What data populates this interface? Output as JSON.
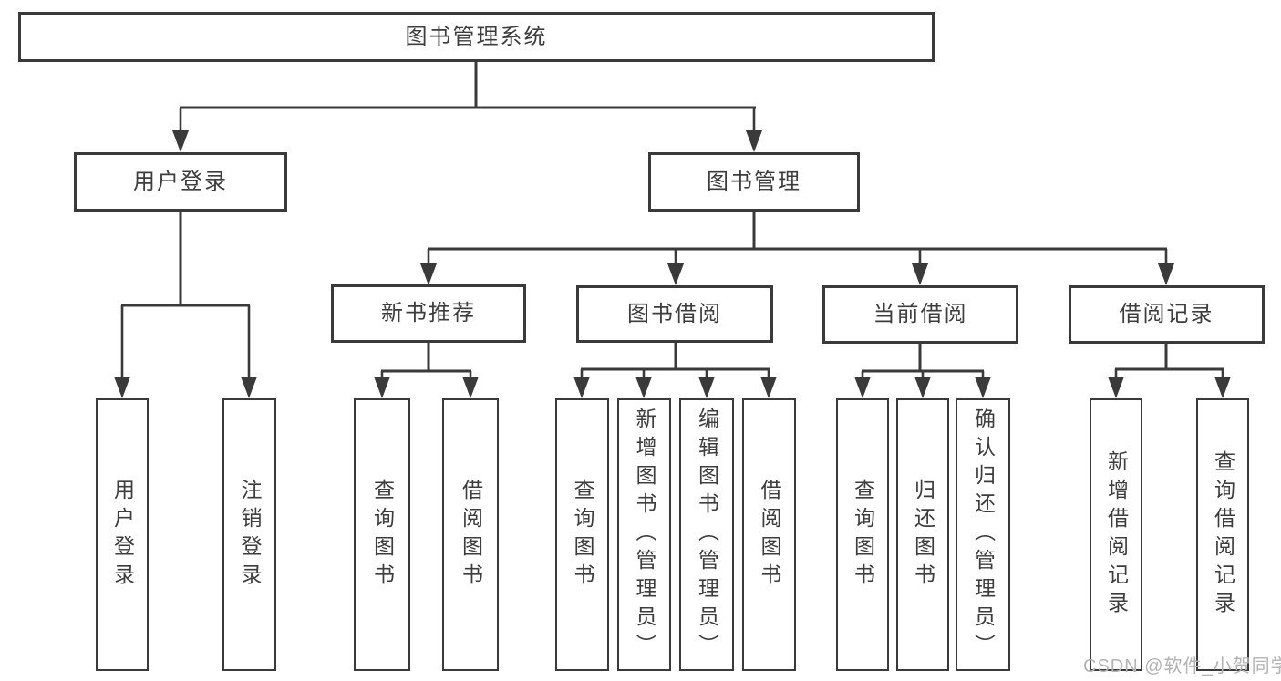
{
  "colors": {
    "line": "#3a3a3a",
    "text": "#3d3d3d",
    "watermark": "#b3b3b3",
    "background": "#ffffff"
  },
  "watermark": {
    "text": "CSDN @软件_小贺同学"
  },
  "diagram": {
    "root": {
      "label": "图书管理系统"
    },
    "branches": {
      "user_login": {
        "label": "用户登录",
        "children": [
          {
            "label": "用户登录"
          },
          {
            "label": "注销登录"
          }
        ]
      },
      "book_management": {
        "label": "图书管理",
        "children": [
          {
            "label": "新书推荐",
            "children": [
              {
                "label": "查询图书"
              },
              {
                "label": "借阅图书"
              }
            ]
          },
          {
            "label": "图书借阅",
            "children": [
              {
                "label": "查询图书"
              },
              {
                "label": "新增图书（管理员）"
              },
              {
                "label": "编辑图书（管理员）"
              },
              {
                "label": "借阅图书"
              }
            ]
          },
          {
            "label": "当前借阅",
            "children": [
              {
                "label": "查询图书"
              },
              {
                "label": "归还图书"
              },
              {
                "label": "确认归还（管理员）"
              }
            ]
          },
          {
            "label": "借阅记录",
            "children": [
              {
                "label": "新增借阅记录"
              },
              {
                "label": "查询借阅记录"
              }
            ]
          }
        ]
      }
    }
  }
}
